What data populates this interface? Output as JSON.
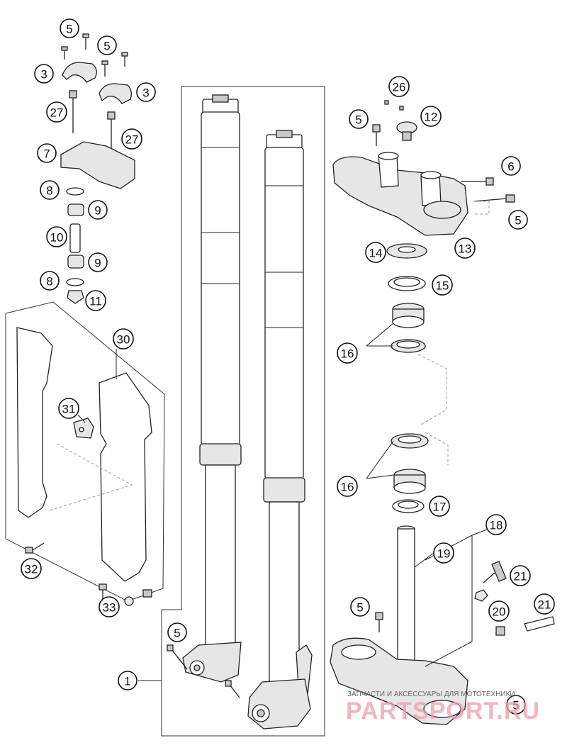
{
  "callouts": [
    {
      "label": "5"
    },
    {
      "label": "5"
    },
    {
      "label": "3"
    },
    {
      "label": "3"
    },
    {
      "label": "27"
    },
    {
      "label": "27"
    },
    {
      "label": "7"
    },
    {
      "label": "8"
    },
    {
      "label": "9"
    },
    {
      "label": "10"
    },
    {
      "label": "9"
    },
    {
      "label": "8"
    },
    {
      "label": "11"
    },
    {
      "label": "30"
    },
    {
      "label": "31"
    },
    {
      "label": "32"
    },
    {
      "label": "33"
    },
    {
      "label": "1"
    },
    {
      "label": "5"
    },
    {
      "label": "26"
    },
    {
      "label": "5"
    },
    {
      "label": "12"
    },
    {
      "label": "6"
    },
    {
      "label": "5"
    },
    {
      "label": "13"
    },
    {
      "label": "14"
    },
    {
      "label": "15"
    },
    {
      "label": "16"
    },
    {
      "label": "16"
    },
    {
      "label": "17"
    },
    {
      "label": "18"
    },
    {
      "label": "19"
    },
    {
      "label": "21"
    },
    {
      "label": "5"
    },
    {
      "label": "20"
    },
    {
      "label": "21"
    },
    {
      "label": "5"
    }
  ],
  "watermark": {
    "caption": "ЗАПЧАСТИ И АКСЕССУАРЫ ДЛЯ МОТОТЕХНИКИ",
    "logo": "PARTSPORT.RU"
  }
}
